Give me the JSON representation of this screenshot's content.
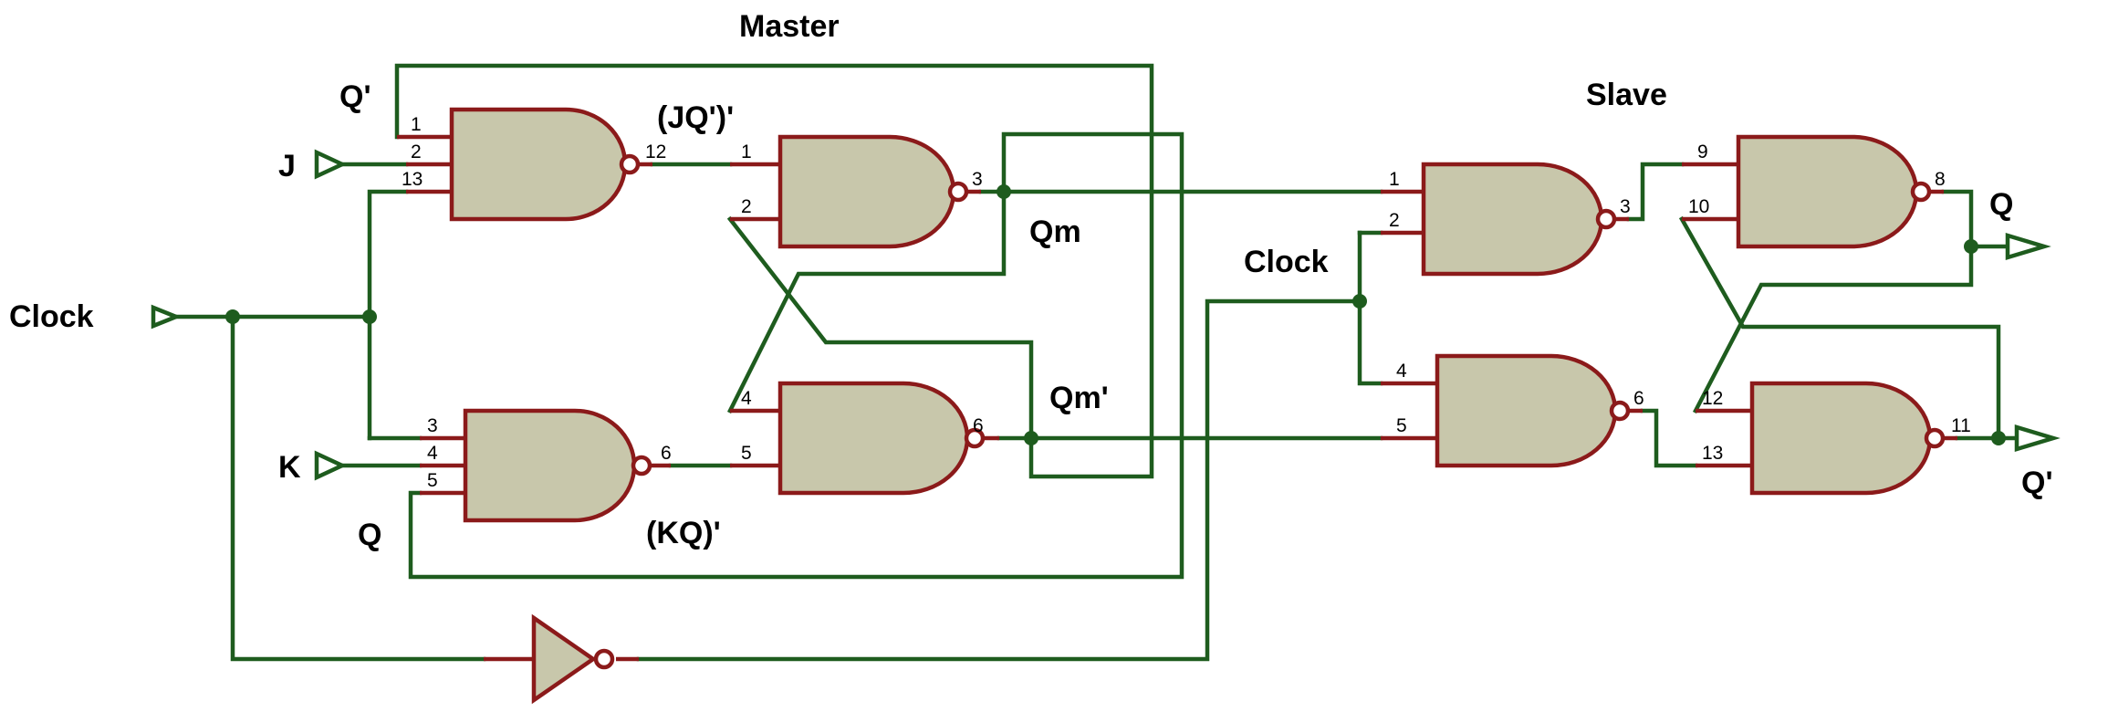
{
  "titles": {
    "master": "Master",
    "slave": "Slave"
  },
  "labels": {
    "clock_in": "Clock",
    "j": "J",
    "k": "K",
    "q_prime_fb": "Q'",
    "q_fb": "Q",
    "jq_bar": "(JQ')'",
    "kq_bar": "(KQ)'",
    "qm": "Qm",
    "qm_bar": "Qm'",
    "slave_clock": "Clock",
    "q_out": "Q",
    "q_bar_out": "Q'"
  },
  "pins": {
    "g1": [
      "1",
      "2",
      "13",
      "12"
    ],
    "g2": [
      "3",
      "4",
      "5",
      "6"
    ],
    "g3": [
      "1",
      "2",
      "3"
    ],
    "g4": [
      "4",
      "5",
      "6"
    ],
    "g5": [
      "1",
      "2",
      "3"
    ],
    "g6": [
      "4",
      "5",
      "6"
    ],
    "g7": [
      "9",
      "10",
      "8"
    ],
    "g8": [
      "12",
      "13",
      "11"
    ]
  },
  "colors": {
    "wire": "#1e5c1e",
    "pin": "#8b1a1a",
    "gate_fill": "#c8c7ab",
    "text": "#000000"
  }
}
